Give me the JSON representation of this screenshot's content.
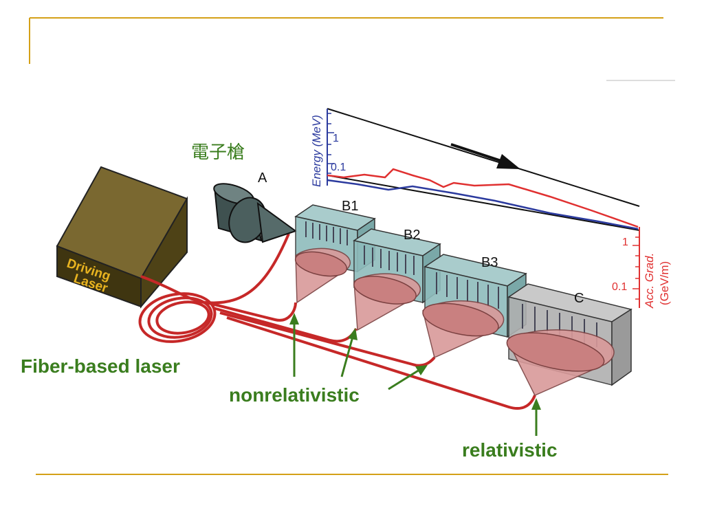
{
  "labels": {
    "electron_gun_cn": "電子槍",
    "stage_a": "A",
    "stage_b1": "B1",
    "stage_b2": "B2",
    "stage_b3": "B3",
    "stage_c": "C",
    "driving_laser_line1": "Driving",
    "driving_laser_line2": "Laser",
    "fiber_laser": "Fiber-based laser",
    "nonrelativistic": "nonrelativistic",
    "relativistic": "relativistic"
  },
  "chart": {
    "left_axis_label": "Energy (MeV)",
    "left_ticks": [
      "1",
      "0.1"
    ],
    "right_axis_label_line1": "Acc. Grad.",
    "right_axis_label_line2": "(GeV/m)",
    "right_ticks": [
      "1",
      "0.1"
    ]
  },
  "colors": {
    "slide_rule": "#d4a017",
    "annotation_green": "#3a7d1e",
    "energy_line": "#2b3a9e",
    "gradient_line": "#e03030",
    "laser_box": "#5a4a1a",
    "fiber": "#c62828",
    "cavity": "#8fbcbc",
    "cone": "#d99a9a"
  }
}
